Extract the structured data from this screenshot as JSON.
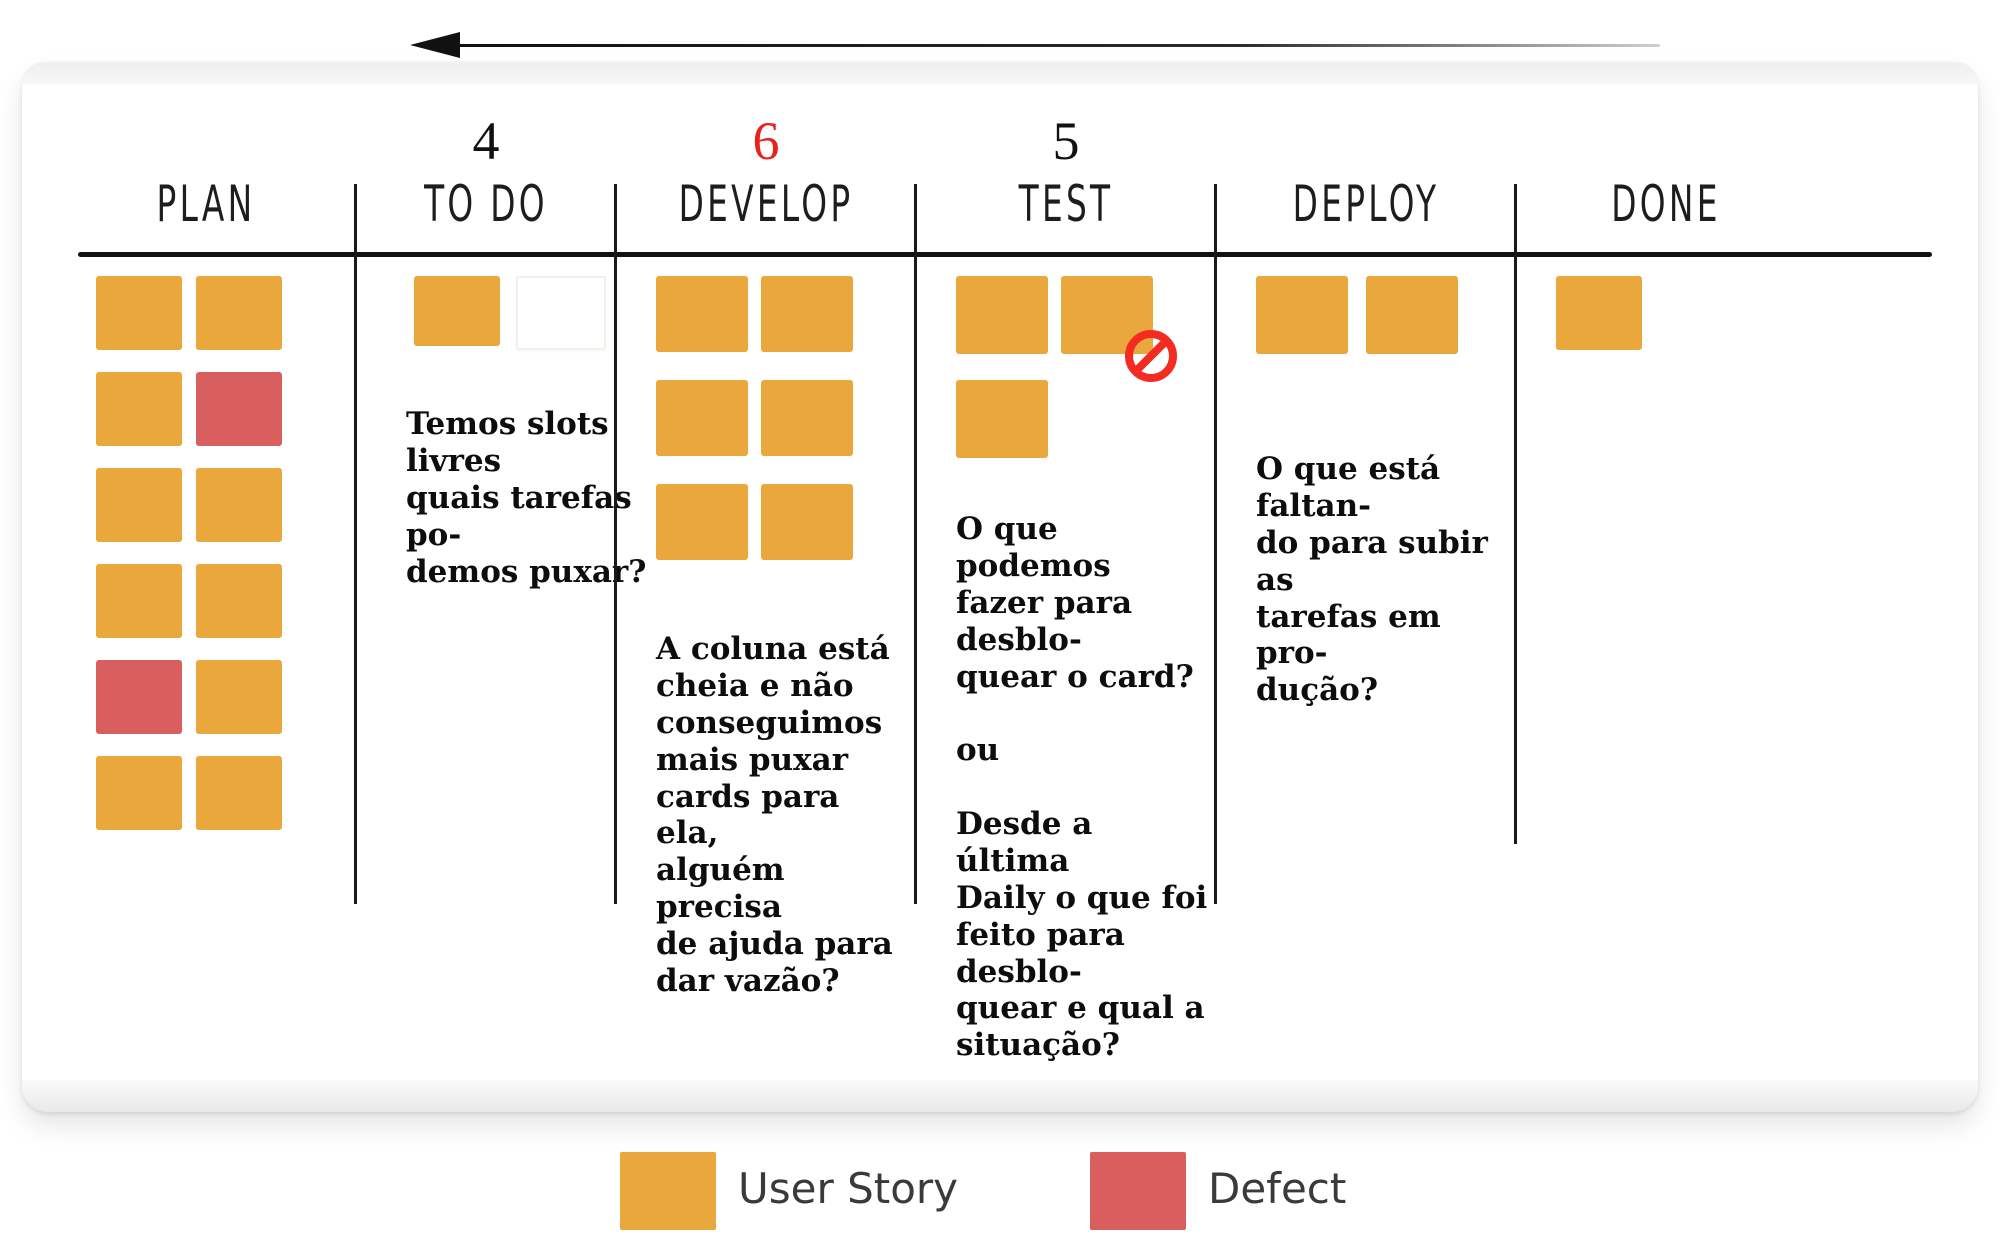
{
  "board": {
    "pull_arrow": "pull-left-arrow",
    "legend_title": "",
    "columns": [
      {
        "id": "plan",
        "title": "PLAN",
        "wip_limit": "",
        "wip_is_red": false,
        "note": "",
        "cards": [
          {
            "type": "user-story",
            "col": 0,
            "row": 0
          },
          {
            "type": "user-story",
            "col": 1,
            "row": 0
          },
          {
            "type": "user-story",
            "col": 0,
            "row": 1
          },
          {
            "type": "defect",
            "col": 1,
            "row": 1
          },
          {
            "type": "user-story",
            "col": 0,
            "row": 2
          },
          {
            "type": "user-story",
            "col": 1,
            "row": 2
          },
          {
            "type": "user-story",
            "col": 0,
            "row": 3
          },
          {
            "type": "user-story",
            "col": 1,
            "row": 3
          },
          {
            "type": "defect",
            "col": 0,
            "row": 4
          },
          {
            "type": "user-story",
            "col": 1,
            "row": 4
          },
          {
            "type": "user-story",
            "col": 0,
            "row": 5
          },
          {
            "type": "user-story",
            "col": 1,
            "row": 5
          }
        ]
      },
      {
        "id": "todo",
        "title": "TO DO",
        "wip_limit": "4",
        "wip_is_red": false,
        "note": "Temos slots livres\nquais tarefas po-\ndemos puxar?",
        "cards": [
          {
            "type": "user-story",
            "col": 0,
            "row": 0
          },
          {
            "type": "empty-slot",
            "col": 1,
            "row": 0
          }
        ]
      },
      {
        "id": "develop",
        "title": "DEVELOP",
        "wip_limit": "6",
        "wip_is_red": true,
        "note": "A coluna está\ncheia e não\nconseguimos\nmais puxar\ncards para ela,\nalguém precisa\nde ajuda para\ndar vazão?",
        "cards": [
          {
            "type": "user-story",
            "col": 0,
            "row": 0
          },
          {
            "type": "user-story",
            "col": 1,
            "row": 0
          },
          {
            "type": "user-story",
            "col": 0,
            "row": 1
          },
          {
            "type": "user-story",
            "col": 1,
            "row": 1
          },
          {
            "type": "user-story",
            "col": 0,
            "row": 2
          },
          {
            "type": "user-story",
            "col": 1,
            "row": 2
          }
        ]
      },
      {
        "id": "test",
        "title": "TEST",
        "wip_limit": "5",
        "wip_is_red": false,
        "note": "O que podemos\nfazer para desblo-\nquear o card?\n\nou\n\nDesde a última\nDaily o que foi\nfeito para desblo-\nquear e qual a\nsituação?",
        "cards": [
          {
            "type": "user-story",
            "col": 0,
            "row": 0
          },
          {
            "type": "user-story",
            "col": 1,
            "row": 0,
            "blocked": true
          },
          {
            "type": "user-story",
            "col": 0,
            "row": 1
          }
        ]
      },
      {
        "id": "deploy",
        "title": "DEPLOY",
        "wip_limit": "",
        "wip_is_red": false,
        "note": "O que está faltan-\ndo para subir as\ntarefas em pro-\ndução?",
        "cards": [
          {
            "type": "user-story",
            "col": 0,
            "row": 0
          },
          {
            "type": "user-story",
            "col": 1,
            "row": 0
          }
        ]
      },
      {
        "id": "done",
        "title": "DONE",
        "wip_limit": "",
        "wip_is_red": false,
        "note": "",
        "cards": [
          {
            "type": "user-story",
            "col": 0,
            "row": 0
          }
        ]
      }
    ]
  },
  "legend": {
    "items": [
      {
        "label": "User Story",
        "color": "#e9a73c",
        "swatch_name": "user-story-swatch"
      },
      {
        "label": "Defect",
        "color": "#d95e5e",
        "swatch_name": "defect-swatch"
      }
    ]
  },
  "colors": {
    "user_story": "#e9a73c",
    "defect": "#d95e5e",
    "blocked": "#f42b21",
    "wip_over_limit": "#e8211b",
    "ink": "#111111"
  }
}
